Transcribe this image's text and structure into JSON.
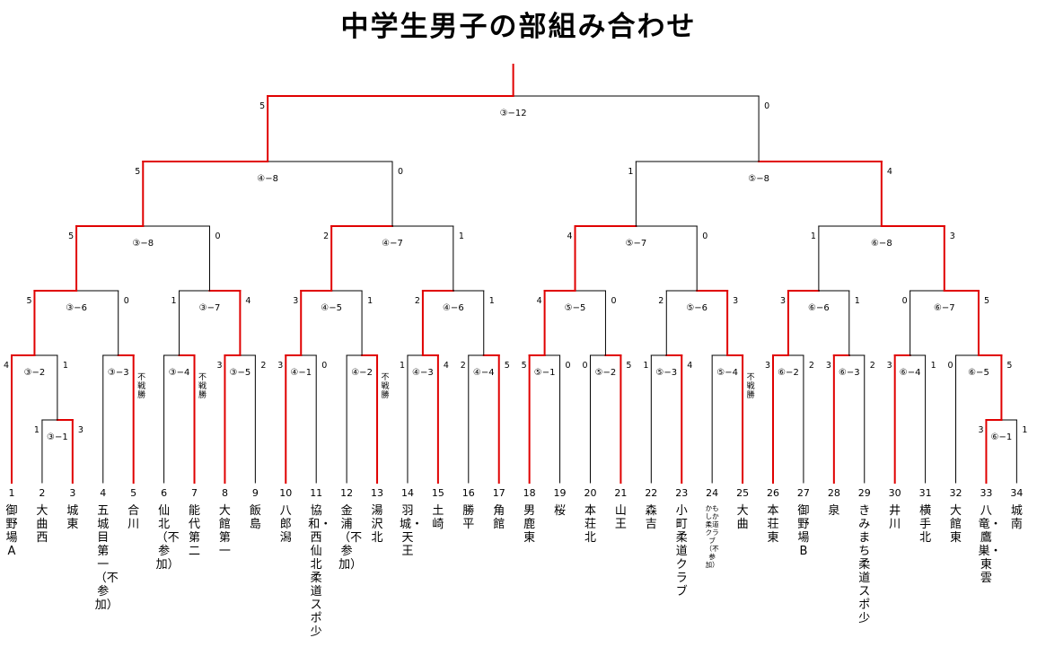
{
  "title": "中学生男子の部組み合わせ",
  "colors": {
    "winner_line": "#e00000",
    "loser_line": "#000000"
  },
  "teams": [
    {
      "no": "1",
      "name": "御野場A"
    },
    {
      "no": "2",
      "name": "大曲西"
    },
    {
      "no": "3",
      "name": "城東"
    },
    {
      "no": "4",
      "name": "五城目第一（不参加）"
    },
    {
      "no": "5",
      "name": "合川"
    },
    {
      "no": "6",
      "name": "仙北（不参加）"
    },
    {
      "no": "7",
      "name": "能代第二"
    },
    {
      "no": "8",
      "name": "大館第一"
    },
    {
      "no": "9",
      "name": "飯島"
    },
    {
      "no": "10",
      "name": "八郎潟"
    },
    {
      "no": "11",
      "name": "協和・西仙北柔道スポ少"
    },
    {
      "no": "12",
      "name": "金浦（不参加）"
    },
    {
      "no": "13",
      "name": "湯沢北"
    },
    {
      "no": "14",
      "name": "羽城・天王"
    },
    {
      "no": "15",
      "name": "土崎"
    },
    {
      "no": "16",
      "name": "勝平"
    },
    {
      "no": "17",
      "name": "角館"
    },
    {
      "no": "18",
      "name": "男鹿東"
    },
    {
      "no": "19",
      "name": "桜"
    },
    {
      "no": "20",
      "name": "本荘北"
    },
    {
      "no": "21",
      "name": "山王"
    },
    {
      "no": "22",
      "name": "森吉"
    },
    {
      "no": "23",
      "name": "小町柔道クラブ"
    },
    {
      "no": "24",
      "name": "かもしか柔道クラブ（不参加）"
    },
    {
      "no": "25",
      "name": "大曲"
    },
    {
      "no": "26",
      "name": "本荘東"
    },
    {
      "no": "27",
      "name": "御野場B"
    },
    {
      "no": "28",
      "name": "泉"
    },
    {
      "no": "29",
      "name": "きみまち柔道スポ少"
    },
    {
      "no": "30",
      "name": "井川"
    },
    {
      "no": "31",
      "name": "横手北"
    },
    {
      "no": "32",
      "name": "大館東"
    },
    {
      "no": "33",
      "name": "八竜・鷹巣・東雲"
    },
    {
      "no": "34",
      "name": "城南"
    }
  ],
  "forfeit_label": "不戦勝",
  "matches": [
    {
      "id": "③−1",
      "left": "1",
      "right": "3",
      "winner": "right"
    },
    {
      "id": "③−2",
      "left": "4",
      "right": "1",
      "winner": "left"
    },
    {
      "id": "③−3",
      "left": "",
      "right": "",
      "winner": "right",
      "forfeit": true
    },
    {
      "id": "③−4",
      "left": "",
      "right": "",
      "winner": "right",
      "forfeit": true
    },
    {
      "id": "③−5",
      "left": "3",
      "right": "2",
      "winner": "left"
    },
    {
      "id": "③−6",
      "left": "5",
      "right": "0",
      "winner": "left"
    },
    {
      "id": "③−7",
      "left": "1",
      "right": "4",
      "winner": "right"
    },
    {
      "id": "③−8",
      "left": "5",
      "right": "0",
      "winner": "left"
    },
    {
      "id": "④−1",
      "left": "3",
      "right": "0",
      "winner": "left"
    },
    {
      "id": "④−2",
      "left": "",
      "right": "",
      "winner": "right",
      "forfeit": true
    },
    {
      "id": "④−3",
      "left": "1",
      "right": "4",
      "winner": "right"
    },
    {
      "id": "④−4",
      "left": "2",
      "right": "5",
      "winner": "right"
    },
    {
      "id": "④−5",
      "left": "3",
      "right": "1",
      "winner": "left"
    },
    {
      "id": "④−6",
      "left": "2",
      "right": "1",
      "winner": "left"
    },
    {
      "id": "④−7",
      "left": "2",
      "right": "1",
      "winner": "left"
    },
    {
      "id": "④−8",
      "left": "5",
      "right": "0",
      "winner": "left"
    },
    {
      "id": "⑤−1",
      "left": "5",
      "right": "0",
      "winner": "left"
    },
    {
      "id": "⑤−2",
      "left": "0",
      "right": "5",
      "winner": "right"
    },
    {
      "id": "⑤−3",
      "left": "1",
      "right": "4",
      "winner": "right"
    },
    {
      "id": "⑤−4",
      "left": "",
      "right": "",
      "winner": "right",
      "forfeit": true
    },
    {
      "id": "⑤−5",
      "left": "4",
      "right": "0",
      "winner": "left"
    },
    {
      "id": "⑤−6",
      "left": "2",
      "right": "3",
      "winner": "right"
    },
    {
      "id": "⑤−7",
      "left": "4",
      "right": "0",
      "winner": "left"
    },
    {
      "id": "⑤−8",
      "left": "1",
      "right": "4",
      "winner": "right"
    },
    {
      "id": "⑥−1",
      "left": "3",
      "right": "1",
      "winner": "left"
    },
    {
      "id": "⑥−2",
      "left": "3",
      "right": "2",
      "winner": "left"
    },
    {
      "id": "⑥−3",
      "left": "3",
      "right": "2",
      "winner": "left"
    },
    {
      "id": "⑥−4",
      "left": "3",
      "right": "1",
      "winner": "left"
    },
    {
      "id": "⑥−5",
      "left": "0",
      "right": "5",
      "winner": "right"
    },
    {
      "id": "⑥−6",
      "left": "3",
      "right": "1",
      "winner": "left"
    },
    {
      "id": "⑥−7",
      "left": "0",
      "right": "5",
      "winner": "right"
    },
    {
      "id": "⑥−8",
      "left": "1",
      "right": "3",
      "winner": "right"
    },
    {
      "id": "③−12",
      "left": "5",
      "right": "0",
      "winner": "left"
    }
  ]
}
